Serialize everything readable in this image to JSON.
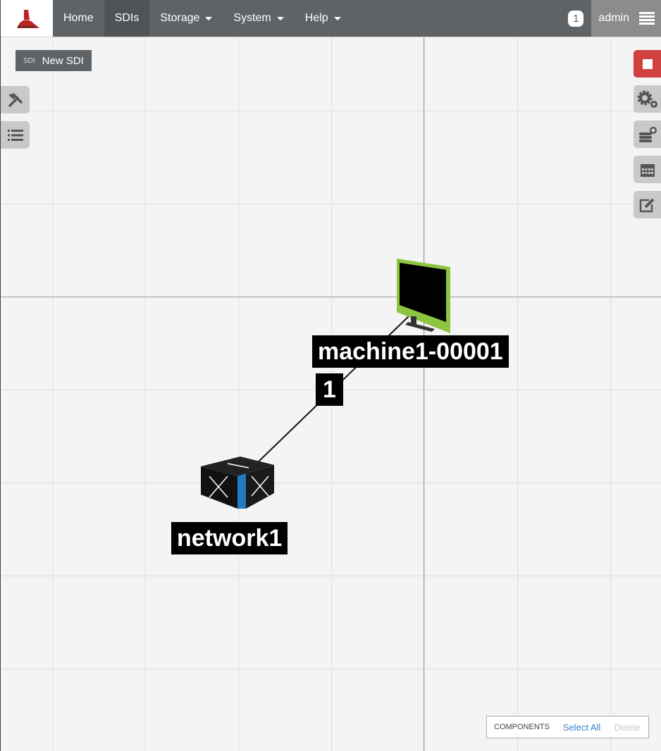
{
  "nav": {
    "items": [
      {
        "label": "Home"
      },
      {
        "label": "SDIs"
      },
      {
        "label": "Storage"
      },
      {
        "label": "System"
      },
      {
        "label": "Help"
      }
    ],
    "badge": "1",
    "user": "admin"
  },
  "sdi": {
    "prefix": "SDI",
    "name": "New SDI"
  },
  "nodes": {
    "machine": "machine1-00001",
    "network": "network1",
    "link": "1"
  },
  "components": {
    "title": "COMPONENTS",
    "select_all": "Select All",
    "delete": "Delete"
  },
  "colors": {
    "accent_red": "#d04040",
    "machine_green": "#8cc63f",
    "network_blue": "#1e7bc4"
  }
}
